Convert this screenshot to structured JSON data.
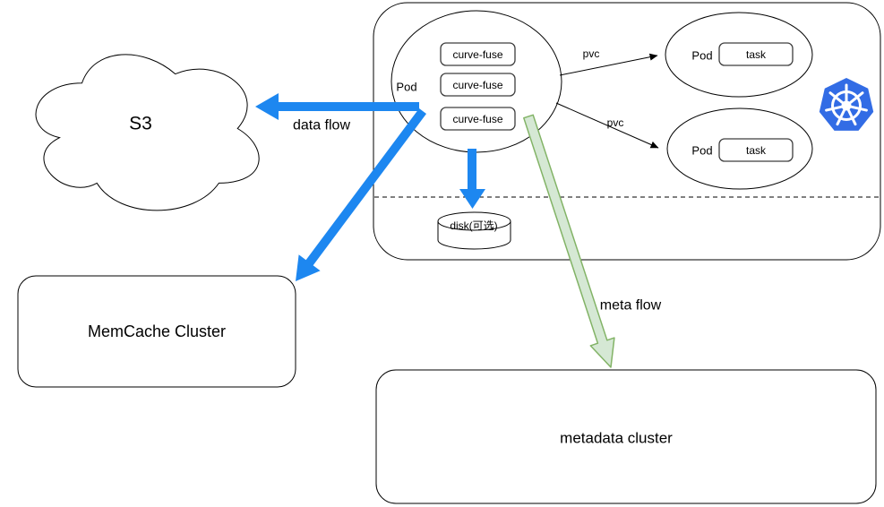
{
  "diagram": {
    "s3": {
      "label": "S3"
    },
    "memcache": {
      "label": "MemCache Cluster"
    },
    "metadata": {
      "label": "metadata cluster"
    },
    "k8s": {
      "main_pod": {
        "label": "Pod",
        "containers": [
          "curve-fuse",
          "curve-fuse",
          "curve-fuse"
        ]
      },
      "task_pods": [
        {
          "label": "Pod",
          "task": "task"
        },
        {
          "label": "Pod",
          "task": "task"
        }
      ],
      "disk": {
        "label": "disk(可选)"
      },
      "logo": "kubernetes-logo"
    },
    "flows": {
      "data_flow": "data flow",
      "meta_flow": "meta flow",
      "pvc_top": "pvc",
      "pvc_bottom": "pvc"
    },
    "colors": {
      "flow_blue": "#1d87f0",
      "meta_green_fill": "#d5e8d4",
      "meta_green_stroke": "#82b366",
      "kubernetes_blue": "#326CE5"
    }
  }
}
